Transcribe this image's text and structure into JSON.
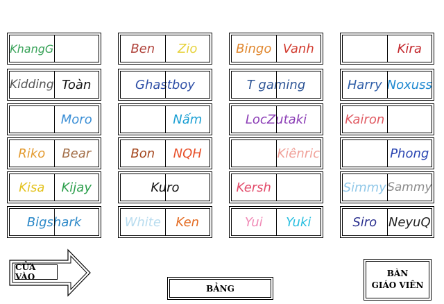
{
  "desks": [
    {
      "seats": [
        "KhangG",
        ""
      ],
      "colors": [
        "#3aa35a",
        "#000000"
      ]
    },
    {
      "seats": [
        "Ben",
        "Zio"
      ],
      "colors": [
        "#b0443c",
        "#e6d23a"
      ]
    },
    {
      "seats": [
        "Bingo",
        "Vanh"
      ],
      "colors": [
        "#e0872e",
        "#d23b2f"
      ]
    },
    {
      "seats": [
        "",
        "Kira"
      ],
      "colors": [
        "#000000",
        "#c3262b"
      ]
    },
    {
      "seats": [
        "Kidding",
        "Toàn"
      ],
      "colors": [
        "#555555",
        "#111111"
      ]
    },
    {
      "seats": [
        "Ghastboy"
      ],
      "colors": [
        "#2f4fa6"
      ]
    },
    {
      "seats": [
        "T gaming"
      ],
      "colors": [
        "#2e5596"
      ]
    },
    {
      "seats": [
        "Harry",
        "Noxuss"
      ],
      "colors": [
        "#2f5ea8",
        "#1e88d0"
      ]
    },
    {
      "seats": [
        "",
        "Moro"
      ],
      "colors": [
        "#000000",
        "#3b8fd6"
      ]
    },
    {
      "seats": [
        "",
        "Nấm"
      ],
      "colors": [
        "#000000",
        "#1a9fd3"
      ]
    },
    {
      "seats": [
        "LocZutaki"
      ],
      "colors": [
        "#8a3bb5"
      ]
    },
    {
      "seats": [
        "Kairon",
        ""
      ],
      "colors": [
        "#e05a62",
        "#000000"
      ]
    },
    {
      "seats": [
        "Riko",
        "Bear"
      ],
      "colors": [
        "#e39a2f",
        "#a4704a"
      ]
    },
    {
      "seats": [
        "Bon",
        "NQH"
      ],
      "colors": [
        "#a5471e",
        "#e8502a"
      ]
    },
    {
      "seats": [
        "",
        "Kiênric"
      ],
      "colors": [
        "#000000",
        "#f0a098"
      ]
    },
    {
      "seats": [
        "",
        "Phong"
      ],
      "colors": [
        "#000000",
        "#2b46b2"
      ]
    },
    {
      "seats": [
        "Kisa",
        "Kijay"
      ],
      "colors": [
        "#e3c21e",
        "#2a9e4a"
      ]
    },
    {
      "seats": [
        "Kuro"
      ],
      "colors": [
        "#111111"
      ]
    },
    {
      "seats": [
        "Kersh",
        ""
      ],
      "colors": [
        "#e24b6a",
        "#000000"
      ]
    },
    {
      "seats": [
        "Simmy",
        "Sammy"
      ],
      "colors": [
        "#8fc7e8",
        "#8a8a8a"
      ]
    },
    {
      "seats": [
        "Bigshark"
      ],
      "colors": [
        "#2b88c8"
      ]
    },
    {
      "seats": [
        "White",
        "Ken"
      ],
      "colors": [
        "#b8dcef",
        "#e36b22"
      ]
    },
    {
      "seats": [
        "Yui",
        "Yuki"
      ],
      "colors": [
        "#f08ab6",
        "#28bfe0"
      ]
    },
    {
      "seats": [
        "Siro",
        "NeyuQ"
      ],
      "colors": [
        "#2a2f8e",
        "#222222"
      ]
    }
  ],
  "entrance_label": "CỬA VÀO",
  "board_label": "BẢNG",
  "teacher_label": "BÀN\nGIÁO VIÊN"
}
